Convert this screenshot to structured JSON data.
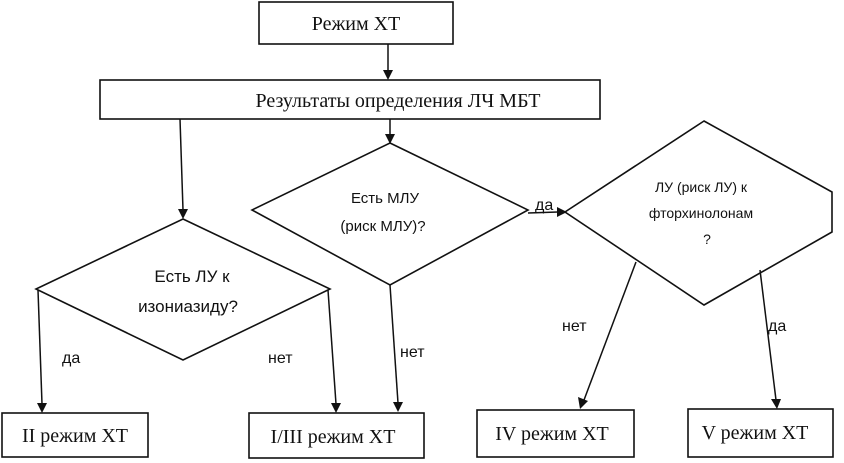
{
  "nodes": {
    "start": "Режим ХТ",
    "results": "Результаты определения ЛЧ МБТ",
    "q_mdr_line1": "Есть МЛУ",
    "q_mdr_line2": "(риск МЛУ)?",
    "q_inh_line1": "Есть ЛУ к",
    "q_inh_line2": "изониазиду?",
    "q_fq_line1": "ЛУ (риск ЛУ) к",
    "q_fq_line2": "фторхинолонам",
    "q_fq_line3": "?",
    "regimen_2": "II режим ХТ",
    "regimen_1_3": "I/III режим ХТ",
    "regimen_4": "IV режим ХТ",
    "regimen_5": "V режим ХТ"
  },
  "edge_labels": {
    "inh_yes": "да",
    "inh_no": "нет",
    "mdr_yes": "да",
    "mdr_no": "нет",
    "fq_no": "нет",
    "fq_yes": "да"
  }
}
